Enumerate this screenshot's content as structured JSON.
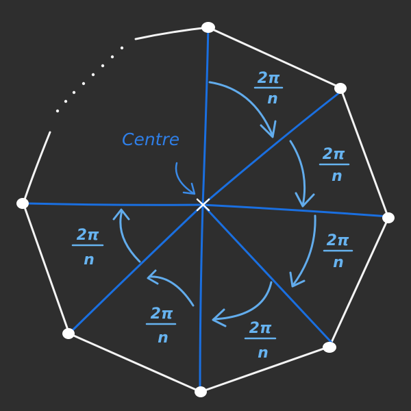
{
  "diagram": {
    "centre_label": "Centre",
    "angle_label": {
      "numerator": "2π",
      "denominator": "n"
    },
    "colors": {
      "background": "#2e2e2e",
      "polygon_edge": "#f4f4f4",
      "spoke": "#1a6fe0",
      "arc": "#62acec",
      "label": "#2f7fe8"
    }
  }
}
